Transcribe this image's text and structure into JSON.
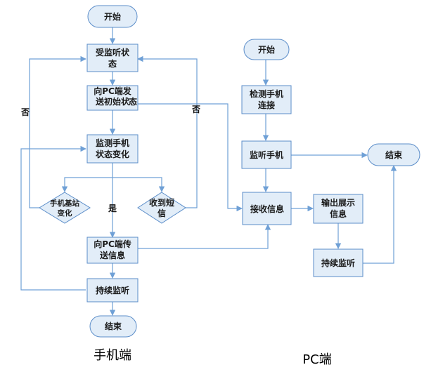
{
  "nodes": {
    "phone_start": "开始",
    "phone_listen_state": [
      "受监听状",
      "态"
    ],
    "phone_send_init": [
      "向PC端发",
      "送初始状",
      "态"
    ],
    "phone_detect_change": [
      "监测手机",
      "状态变化"
    ],
    "phone_base_change": [
      "手机基站",
      "变化"
    ],
    "phone_sms": [
      "收到短",
      "信"
    ],
    "phone_send_info": [
      "向PC端传",
      "送信息"
    ],
    "phone_keep_listen": "持续监听",
    "phone_end": "结束",
    "pc_start": "开始",
    "pc_detect_phone": [
      "检测手机",
      "连接"
    ],
    "pc_listen_phone": "监听手机",
    "pc_end": "结束",
    "pc_receive": "接收信息",
    "pc_output": [
      "输出展示",
      "信息"
    ],
    "pc_keep_listen": "持续监听"
  },
  "edge_labels": {
    "no_left": "否",
    "no_right": "否",
    "yes": "是"
  },
  "captions": {
    "phone": "手机端",
    "pc": "PC端"
  },
  "colors": {
    "node_fill": "#e2edf8",
    "node_stroke": "#5b8dc9",
    "edge": "#6fa0d6"
  }
}
